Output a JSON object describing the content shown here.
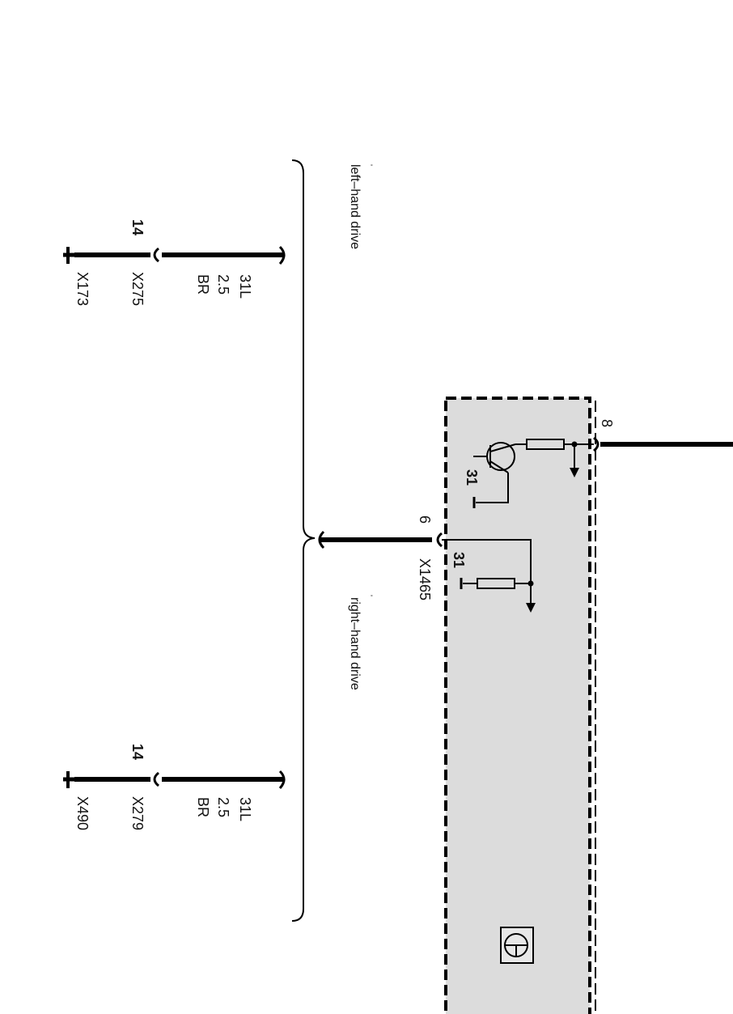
{
  "diagram": {
    "colors": {
      "module_fill": "#dcdcdc",
      "line": "#000000"
    },
    "brace_labels": {
      "left": "left–hand drive",
      "right": "right–hand drive"
    },
    "brace_marks": {
      "left": "°",
      "right": "°"
    },
    "wires": {
      "lhd": {
        "code": "31L",
        "size": "2.5",
        "color": "BR",
        "pin": "14",
        "connector": "X275",
        "ground": "X173"
      },
      "rhd": {
        "code": "31L",
        "size": "2.5",
        "color": "BR",
        "pin": "14",
        "connector": "X279",
        "ground": "X490"
      }
    },
    "module": {
      "pin_top": "8",
      "pin_mid": "6",
      "connector": "X1465",
      "ground_a": "31",
      "ground_b": "31",
      "icon": "headlight-beam-icon"
    }
  }
}
